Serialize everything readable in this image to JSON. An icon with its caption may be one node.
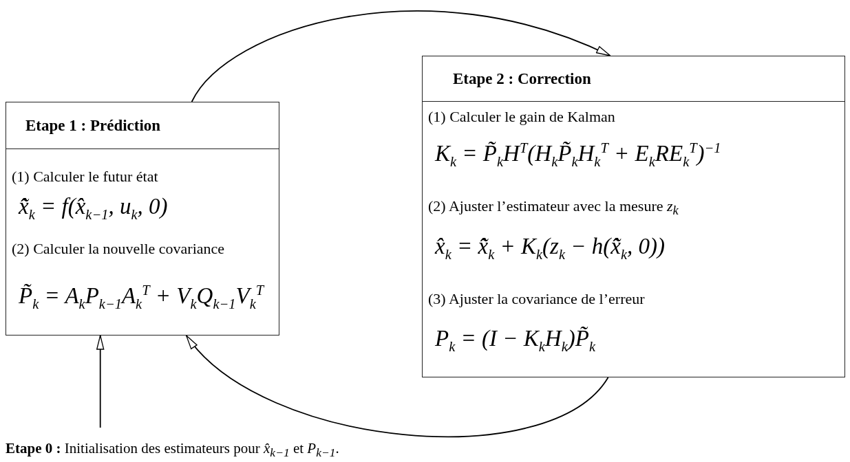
{
  "diagram": {
    "nodes": [
      {
        "text": [
          "Etape 1 : Prédiction",
          "(1) Calculer le futur état",
          "x̂̃$_{k}$ = f(x̂$_{k−1}$, u$_{k}$, 0)",
          "(2) Calculer la nouvelle covariance",
          "P̃$_{k}$ = A$_{k}$P$_{k−1}$A$_{k}$$^{T}$ + V$_{k}$Q$_{k−1}$V$_{k}$$^{T}$"
        ]
      },
      {
        "text": [
          "Etape 2 : Correction",
          "(1) Calculer le gain de Kalman",
          "K$_{k}$ = P̃$_{k}$H$^{T}$(H$_{k}$P̃$_{k}$H$_{k}$$^{T}$ + E$_{k}$RE$_{k}$$^{T}$)$^{−1}$",
          "(2) Ajuster l’estimateur avec la mesure *z*$_{k}$",
          "x̂$_{k}$ = x̂̃$_{k}$ + K$_{k}$(z$_{k}$ − h(x̂̃$_{k}$, 0))",
          "(3) Ajuster la covariance de l’erreur",
          "P$_{k}$ = (I − K$_{k}$H$_{k}$)P̃$_{k}$"
        ]
      },
      {
        "text": [
          "**Etape 0 :** Initialisation des estimateurs pour *x̂*$_{k−1}$ et *P*$_{k−1}$."
        ]
      }
    ],
    "edges": [
      {
        "from": 0,
        "to": 1,
        "arrow": "to"
      },
      {
        "from": 1,
        "to": 0,
        "arrow": "to"
      },
      {
        "from": 2,
        "to": 0,
        "arrow": "to"
      }
    ]
  }
}
